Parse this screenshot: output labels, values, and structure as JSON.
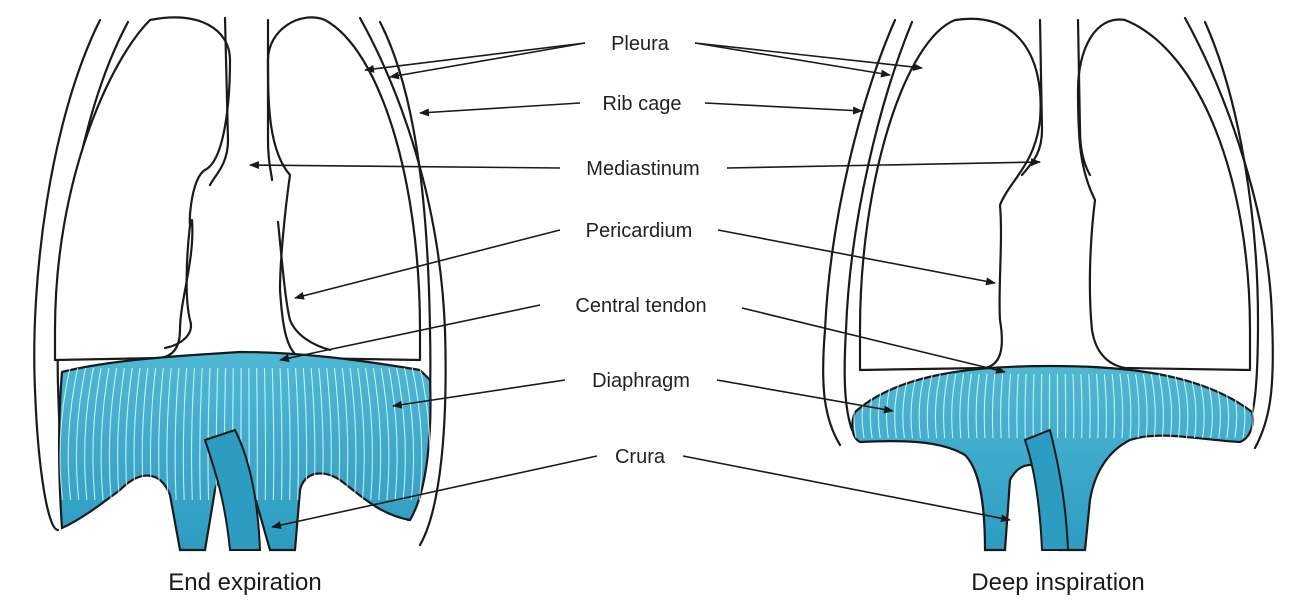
{
  "labels": {
    "pleura": "Pleura",
    "rib_cage": "Rib cage",
    "mediastinum": "Mediastinum",
    "pericardium": "Pericardium",
    "central_tendon": "Central tendon",
    "diaphragm": "Diaphragm",
    "crura": "Crura"
  },
  "captions": {
    "left": "End expiration",
    "right": "Deep inspiration"
  },
  "colors": {
    "muscle": "#3fa9c8",
    "muscle_dark": "#1c7fa3",
    "outline": "#1a1a1a",
    "background": "#ffffff"
  }
}
